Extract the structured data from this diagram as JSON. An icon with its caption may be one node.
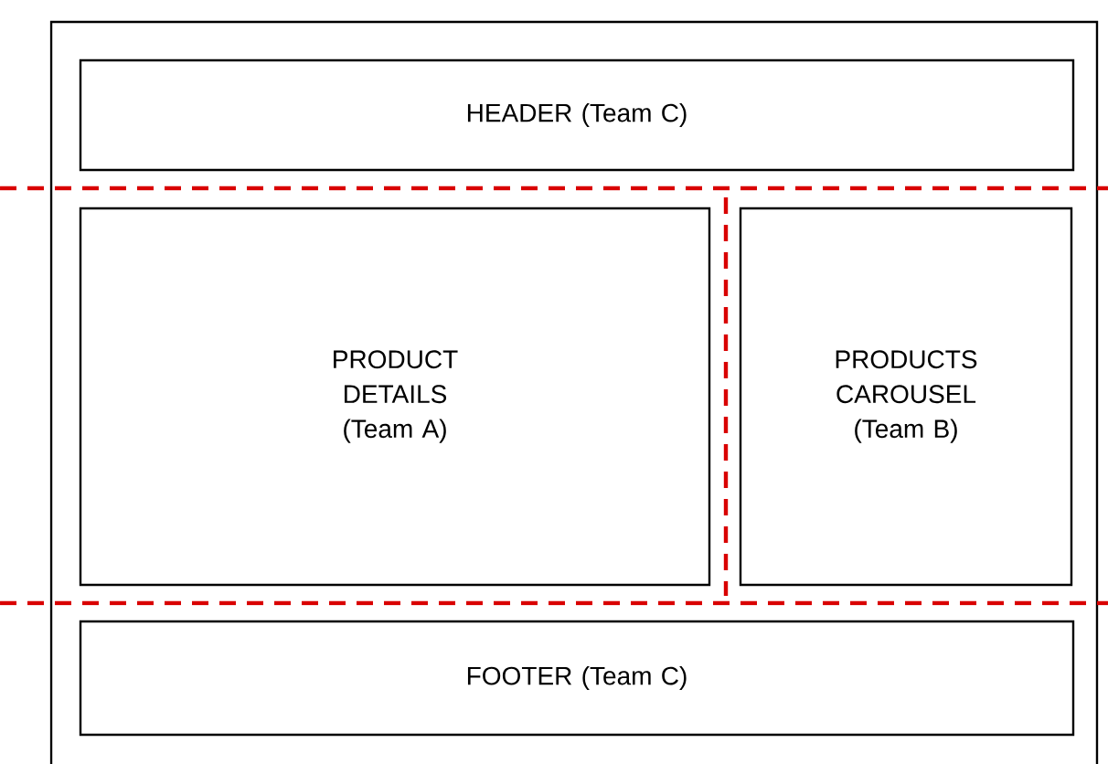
{
  "diagram": {
    "nodes": [
      {
        "text": [],
        "shape": "box"
      },
      {
        "text": [
          "HEADER (Team C)"
        ],
        "in": 0
      },
      {
        "text": [
          "PRODUCT DETAILS (Team A)"
        ],
        "in": 0
      },
      {
        "text": [
          "PRODUCTS CAROUSEL (Team B)"
        ],
        "in": 0
      },
      {
        "text": [
          "FOOTER (Team C)"
        ],
        "in": 0
      }
    ]
  }
}
